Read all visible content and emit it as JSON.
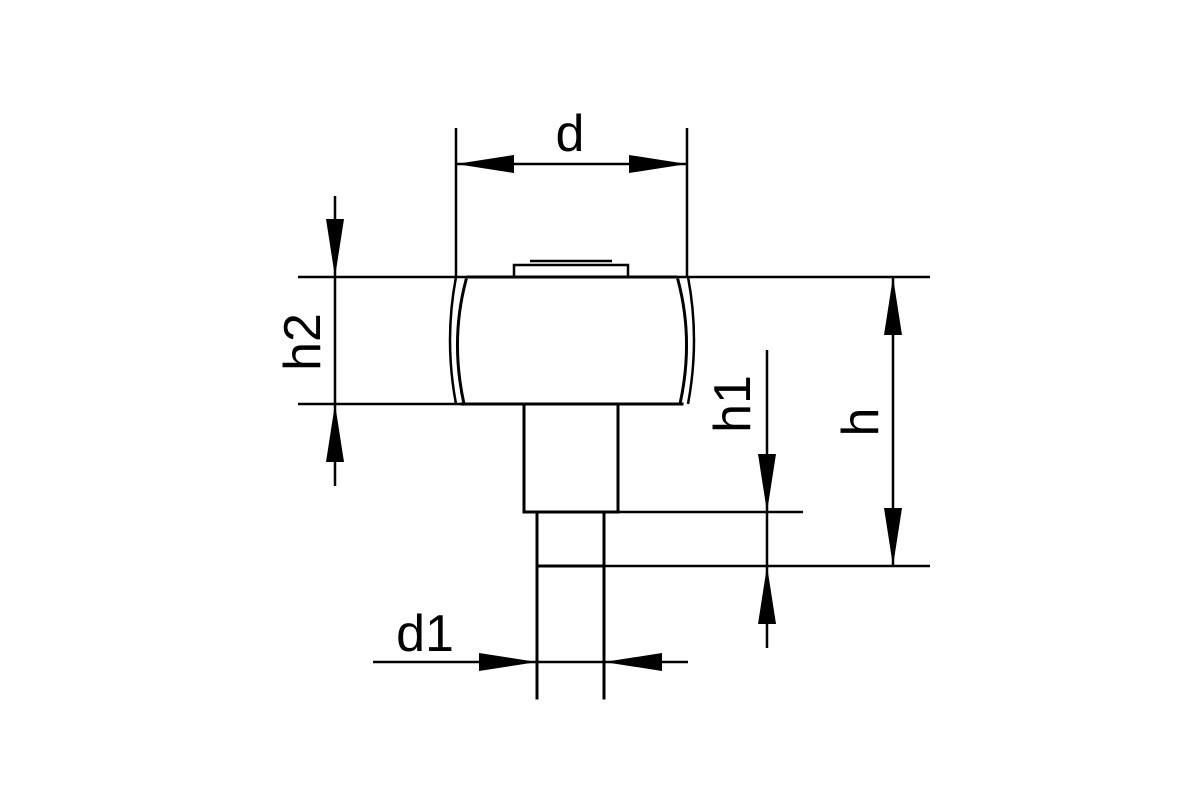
{
  "labels": {
    "d": "d",
    "d1": "d1",
    "h": "h",
    "h1": "h1",
    "h2": "h2"
  },
  "colors": {
    "stroke": "#000000",
    "background": "#ffffff"
  }
}
